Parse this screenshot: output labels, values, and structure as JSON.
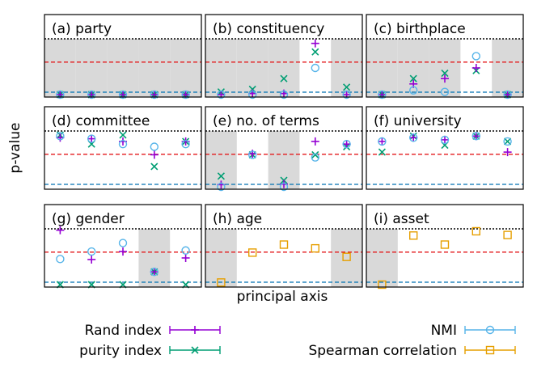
{
  "chart_data": {
    "type": "scatter",
    "ylabel": "p-value",
    "xlabel": "principal axis",
    "x": [
      1,
      2,
      3,
      4,
      5
    ],
    "legend": {
      "left": [
        "Rand index",
        "purity index"
      ],
      "right": [
        "NMI",
        "Spearman correlation"
      ]
    },
    "colors": {
      "rand": "#9400d3",
      "purity": "#009e73",
      "nmi": "#56b4e9",
      "spearman": "#e69f00",
      "red_line": "#e41a1c",
      "blue_line": "#0072b2",
      "shade": "#d9d9d9"
    },
    "panels": [
      {
        "title": "(a) party",
        "shaded": [
          1,
          2,
          3,
          4,
          5
        ],
        "series": {
          "rand": [
            0.0,
            0.0,
            0.0,
            0.0,
            0.0
          ],
          "purity": [
            0.0,
            0.0,
            0.0,
            0.0,
            0.0
          ],
          "nmi": [
            0.0,
            0.0,
            0.0,
            0.0,
            0.0
          ]
        }
      },
      {
        "title": "(b) constituency",
        "shaded": [
          1,
          2,
          3,
          5
        ],
        "series": {
          "rand": [
            0.0,
            0.02,
            0.02,
            0.96,
            0.0
          ],
          "purity": [
            0.05,
            0.1,
            0.3,
            0.8,
            0.14
          ],
          "nmi": [
            0.0,
            0.0,
            0.0,
            0.5,
            0.0
          ]
        }
      },
      {
        "title": "(c) birthplace",
        "shaded": [
          1,
          2,
          3,
          5
        ],
        "series": {
          "rand": [
            0.0,
            0.2,
            0.3,
            0.5,
            0.0
          ],
          "purity": [
            0.0,
            0.3,
            0.4,
            0.45,
            0.0
          ],
          "nmi": [
            0.0,
            0.08,
            0.05,
            0.72,
            0.0
          ]
        }
      },
      {
        "title": "(d) committee",
        "shaded": [],
        "series": {
          "rand": [
            0.92,
            0.9,
            0.85,
            0.6,
            0.85
          ],
          "purity": [
            0.97,
            0.8,
            0.97,
            0.38,
            0.85
          ],
          "nmi": [
            0.95,
            0.9,
            0.8,
            0.75,
            0.8
          ]
        }
      },
      {
        "title": "(e) no. of terms",
        "shaded": [
          1,
          3
        ],
        "series": {
          "rand": [
            0.04,
            0.62,
            0.05,
            0.85,
            0.8
          ],
          "purity": [
            0.2,
            0.6,
            0.12,
            0.6,
            0.75
          ],
          "nmi": [
            0.0,
            0.6,
            0.0,
            0.55,
            0.8
          ]
        }
      },
      {
        "title": "(f) university",
        "shaded": [],
        "series": {
          "rand": [
            0.85,
            0.92,
            0.88,
            0.95,
            0.65
          ],
          "purity": [
            0.65,
            0.95,
            0.78,
            0.95,
            0.85
          ],
          "nmi": [
            0.85,
            0.92,
            0.88,
            0.95,
            0.85
          ]
        }
      },
      {
        "title": "(g) gender",
        "shaded": [
          4
        ],
        "series": {
          "rand": [
            1.02,
            0.47,
            0.62,
            0.24,
            0.5
          ],
          "purity": [
            0.0,
            0.0,
            0.0,
            0.24,
            0.0
          ],
          "nmi": [
            0.48,
            0.62,
            0.78,
            0.24,
            0.64
          ]
        }
      },
      {
        "title": "(h) age",
        "shaded": [
          1,
          5
        ],
        "series": {
          "spearman": [
            0.04,
            0.6,
            0.75,
            0.68,
            0.52
          ]
        }
      },
      {
        "title": "(i) asset",
        "shaded": [
          1
        ],
        "series": {
          "spearman": [
            0.0,
            0.92,
            0.75,
            1.0,
            0.93
          ]
        }
      }
    ]
  }
}
